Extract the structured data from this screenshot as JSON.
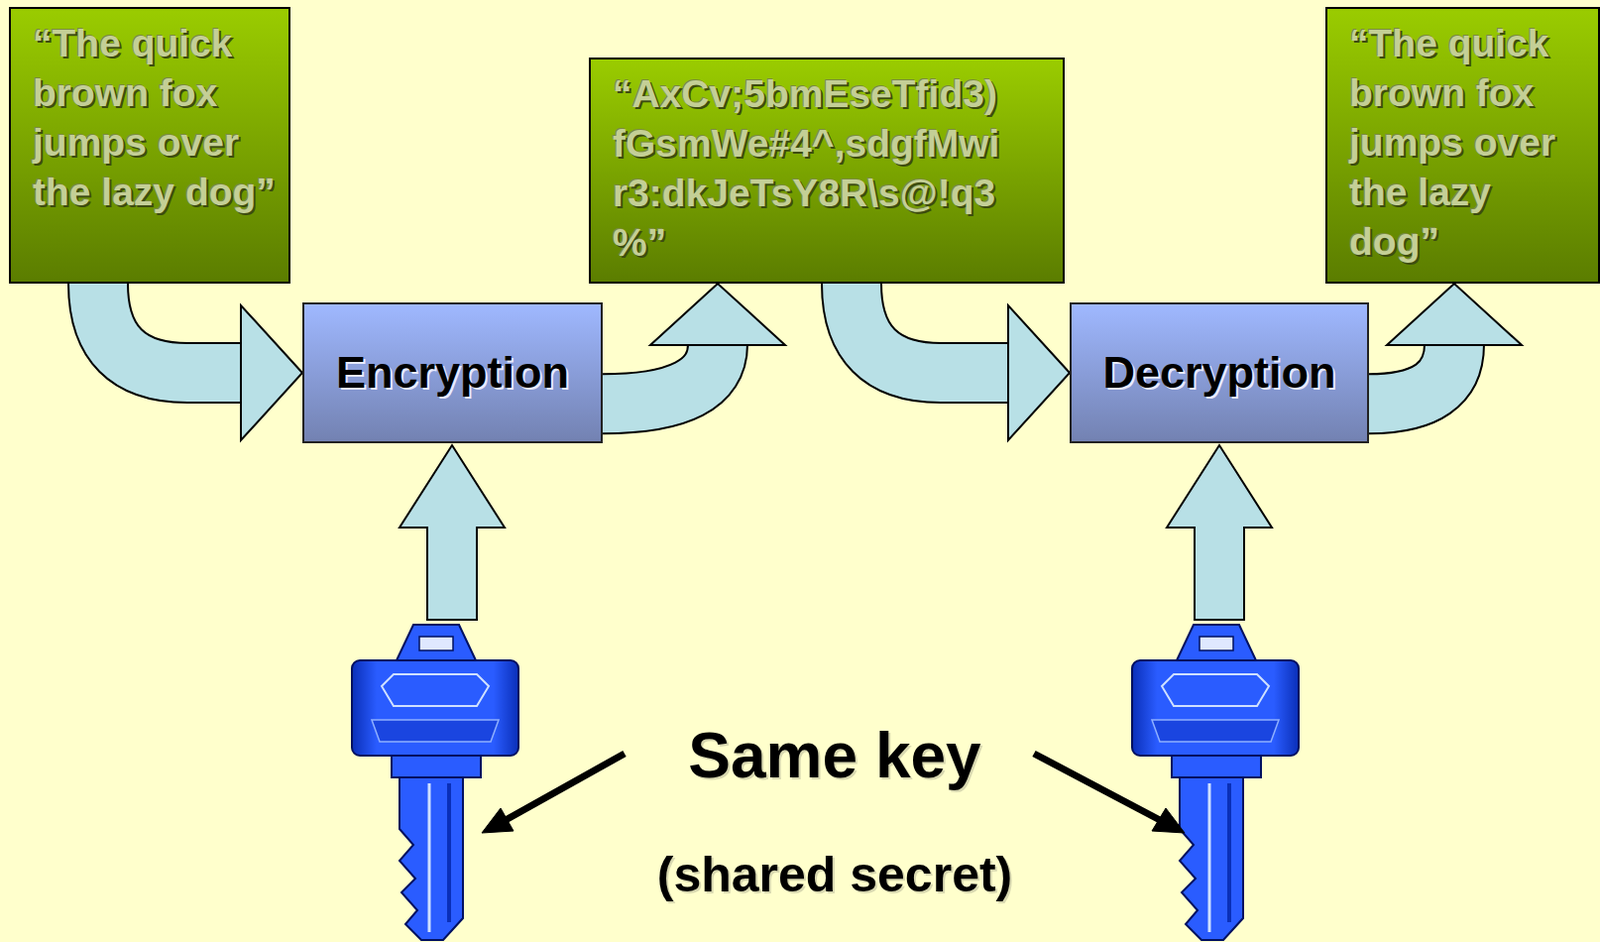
{
  "diagram": {
    "nodes": [
      {
        "text": [
          "“The quick brown fox jumps over the lazy dog”"
        ]
      },
      {
        "text": [
          "Encryption"
        ]
      },
      {
        "text": [
          "“AxCv;5bmEseTfid3) fGsmWe#4^,sdgfMwi r3:dkJeTsY8R\\s@!q3 %”"
        ]
      },
      {
        "text": [
          "Decryption"
        ]
      },
      {
        "text": [
          "“The quick brown fox jumps over the lazy dog”"
        ]
      }
    ],
    "edges": [
      {
        "from": 0,
        "to": 1,
        "arrow": "to"
      },
      {
        "from": 1,
        "to": 2,
        "arrow": "to"
      },
      {
        "from": 2,
        "to": 3,
        "arrow": "to"
      },
      {
        "from": 3,
        "to": 4,
        "arrow": "to"
      }
    ],
    "labels": [
      "Same key",
      "(shared secret)"
    ]
  }
}
